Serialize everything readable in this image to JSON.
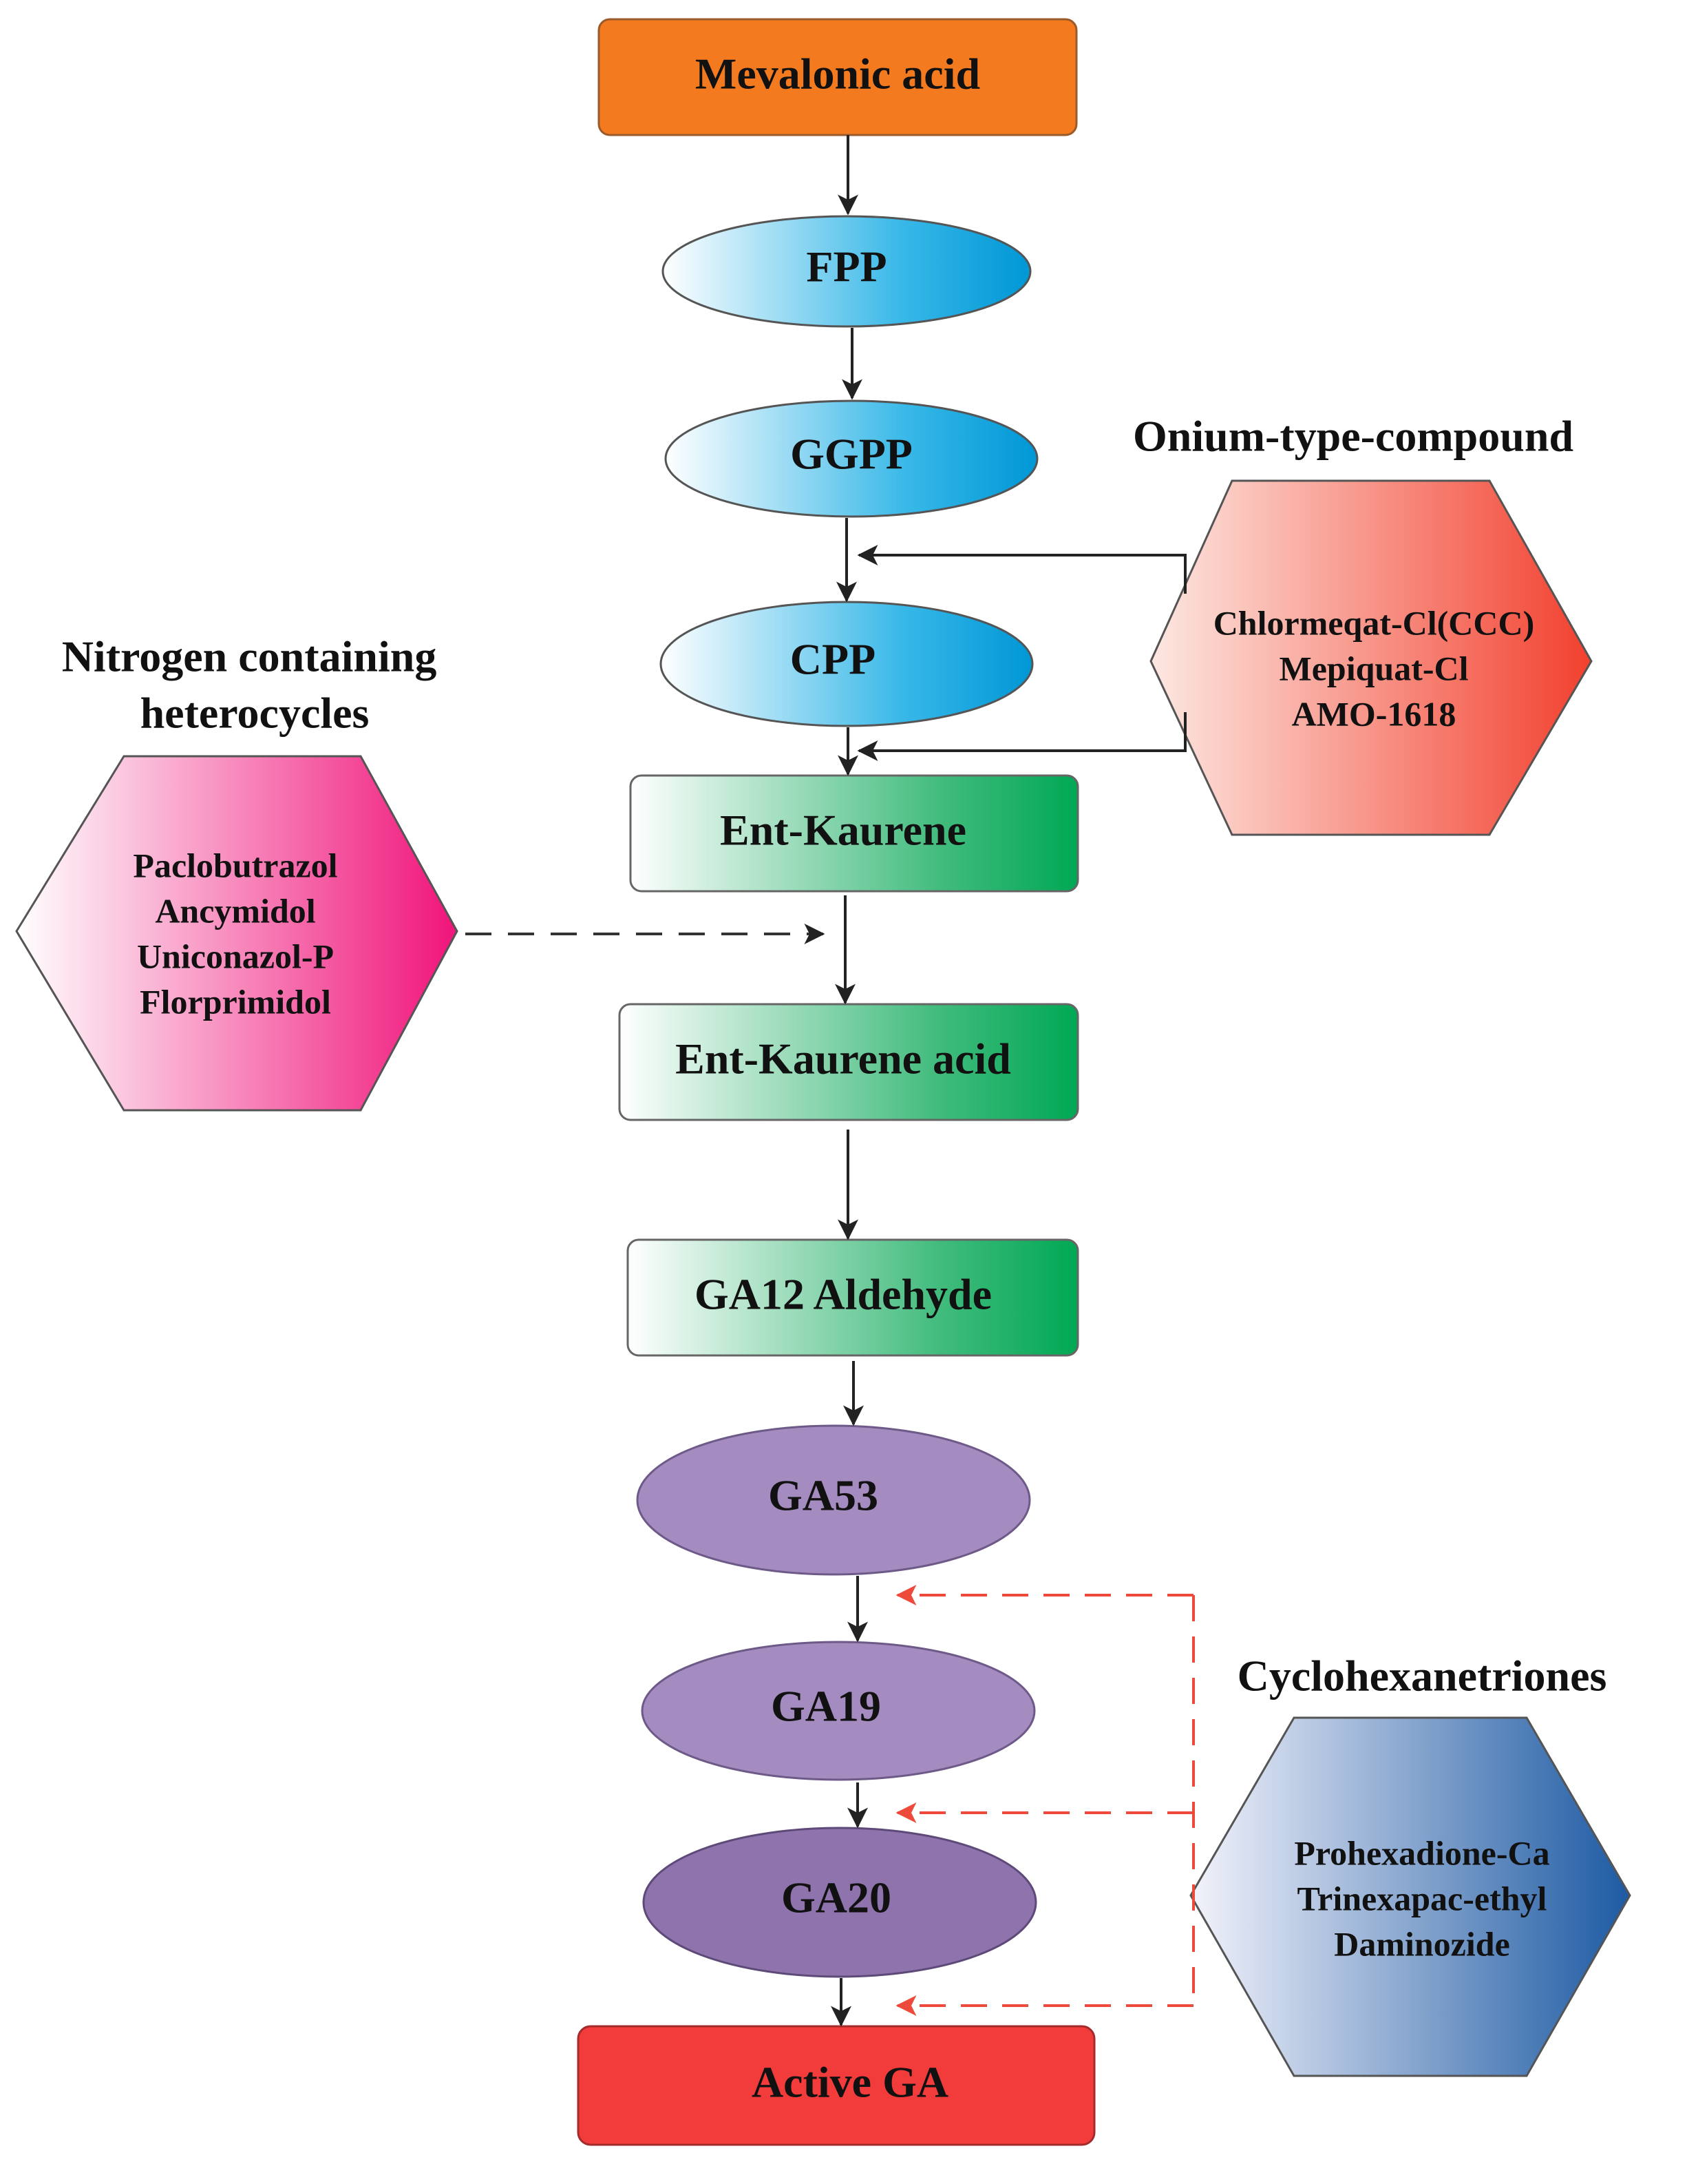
{
  "diagram": {
    "pathway": {
      "mevalonic_acid": "Mevalonic acid",
      "fpp": "FPP",
      "ggpp": "GGPP",
      "cpp": "CPP",
      "ent_kaurene": "Ent-Kaurene",
      "ent_kaurene_acid": "Ent-Kaurene acid",
      "ga12_aldehyde": "GA12 Aldehyde",
      "ga53": "GA53",
      "ga19": "GA19",
      "ga20": "GA20",
      "active_ga": "Active GA"
    },
    "groups": {
      "onium": {
        "title": "Onium-type-compound",
        "compounds": [
          "Chlormeqat-Cl(CCC)",
          "Mepiquat-Cl",
          "AMO-1618"
        ]
      },
      "nitrogen": {
        "title_line1": "Nitrogen containing",
        "title_line2": "heterocycles",
        "compounds": [
          "Paclobutrazol",
          "Ancymidol",
          "Uniconazol-P",
          "Florprimidol"
        ]
      },
      "cyclo": {
        "title": "Cyclohexanetriones",
        "compounds": [
          "Prohexadione-Ca",
          "Trinexapac-ethyl",
          "Daminozide"
        ]
      }
    },
    "colors": {
      "mevalonic": "#f47a20",
      "blue_ellipse": "#00a0dc",
      "green_box": "#00a854",
      "purple": "#a58cc0",
      "purple_dark": "#8f73ad",
      "active_ga": "#f23c3c",
      "onium_hex": "#f2402e",
      "nitrogen_hex": "#f0147a",
      "cyclo_hex": "#1d5aa3",
      "dashed_red": "#ee4a3c"
    }
  }
}
